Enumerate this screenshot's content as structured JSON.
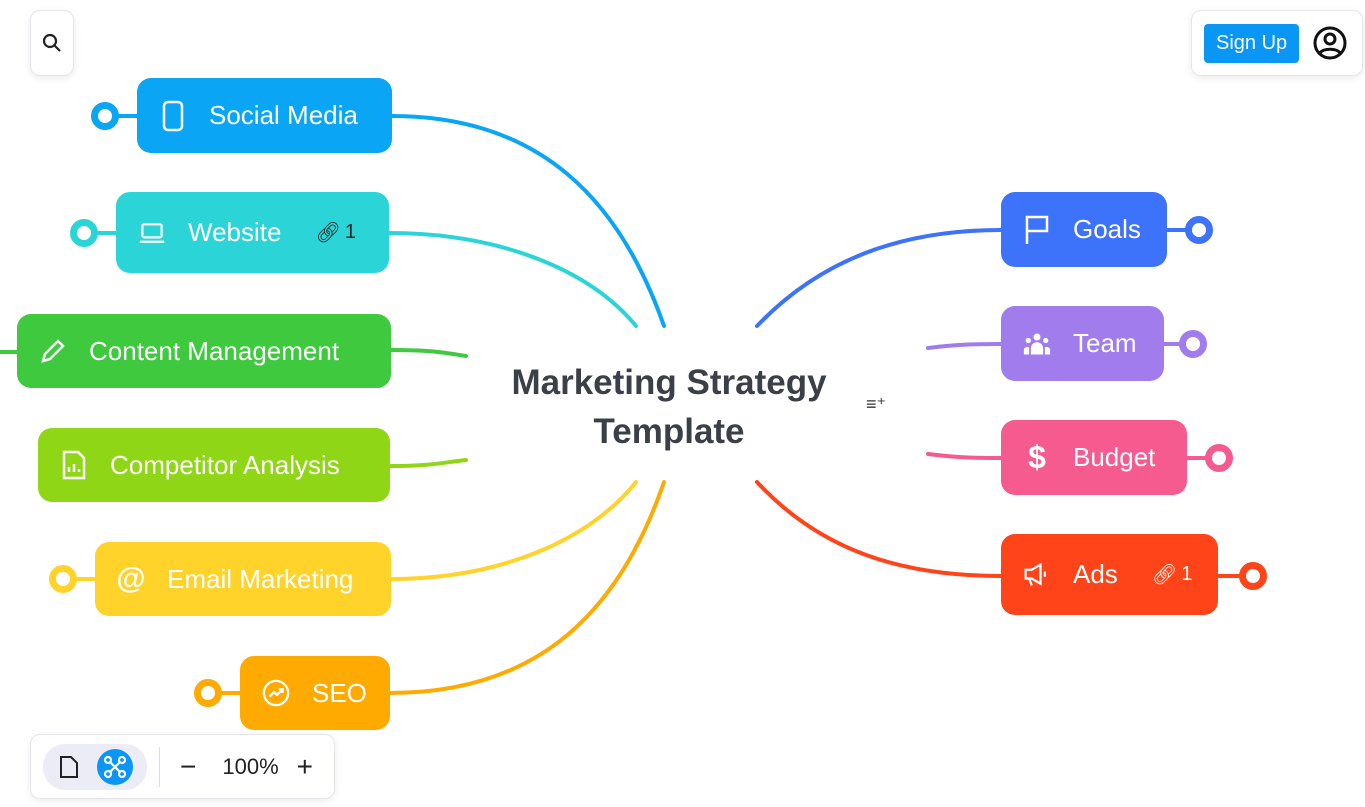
{
  "central_topic": "Marketing Strategy Template",
  "left_nodes": [
    {
      "label": "Social Media",
      "icon": "phone-icon",
      "color": "#0aa5f5"
    },
    {
      "label": "Website",
      "icon": "laptop-icon",
      "color": "#2bd5d7",
      "links": "1"
    },
    {
      "label": "Content Management",
      "icon": "pencil-icon",
      "color": "#3ec93e"
    },
    {
      "label": "Competitor Analysis",
      "icon": "chart-icon",
      "color": "#8fd716"
    },
    {
      "label": "Email Marketing",
      "icon": "at-icon",
      "color": "#ffd32a"
    },
    {
      "label": "SEO",
      "icon": "trend-icon",
      "color": "#ffaa00"
    }
  ],
  "right_nodes": [
    {
      "label": "Goals",
      "icon": "flag-icon",
      "color": "#3d72fa"
    },
    {
      "label": "Team",
      "icon": "team-icon",
      "color": "#a07ced"
    },
    {
      "label": "Budget",
      "icon": "dollar-icon",
      "color": "#f65b8f"
    },
    {
      "label": "Ads",
      "icon": "megaphone-icon",
      "color": "#ff4419",
      "links": "1"
    }
  ],
  "header": {
    "signup": "Sign Up"
  },
  "footer": {
    "zoom": "100%",
    "minus": "−",
    "plus": "+"
  }
}
